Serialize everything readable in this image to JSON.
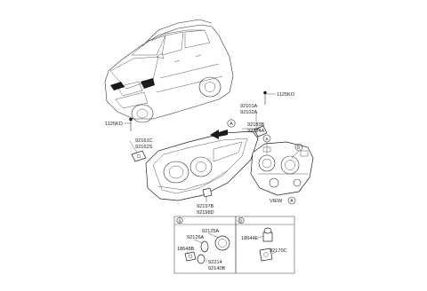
{
  "labels": {
    "p1125KO": "1125KO",
    "p92101A": "92101A",
    "p92102A": "92102A",
    "p1125KD": "1125KD",
    "p92183B": "92183B",
    "p92184A": "92184A",
    "p92161C": "92161C",
    "p92162S": "92162S",
    "p92197B": "92197B",
    "p92198D": "92198D",
    "p92125A": "92125A",
    "p92126A": "92126A",
    "p18648B": "18648B",
    "p92214": "92214",
    "p92140B": "92140B",
    "p18644E": "18644E",
    "p92170C": "92170C"
  },
  "view": {
    "text": "VIEW",
    "ref": "A"
  },
  "callouts": {
    "a": "a",
    "b": "b",
    "A": "A"
  },
  "detail_boxes": {
    "a": "a",
    "b": "b"
  }
}
